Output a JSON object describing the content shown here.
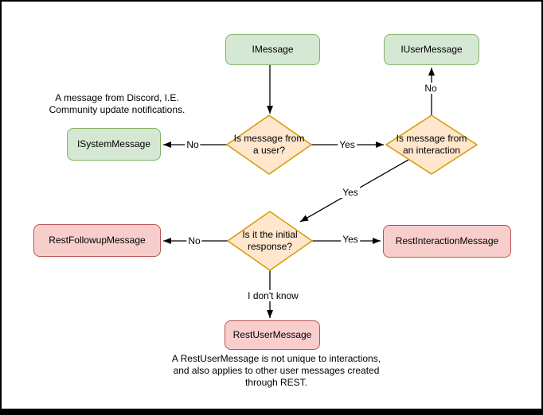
{
  "diagram": {
    "nodes": {
      "imessage": {
        "label": "IMessage"
      },
      "iusermessage": {
        "label": "IUserMessage"
      },
      "isystemmessage": {
        "label": "ISystemMessage"
      },
      "restfollowupmessage": {
        "label": "RestFollowupMessage"
      },
      "restinteractionmessage": {
        "label": "RestInteractionMessage"
      },
      "restusermessage": {
        "label": "RestUserMessage"
      },
      "decision_from_user": {
        "label": "Is message from\na user?"
      },
      "decision_interaction": {
        "label": "Is message from\nan interaction"
      },
      "decision_initial": {
        "label": "Is it the initial\nresponse?"
      }
    },
    "edge_labels": {
      "to_system": "No",
      "to_interaction": "Yes",
      "to_usermessage": "No",
      "to_initial": "Yes",
      "to_followup": "No",
      "to_interactionmsg": "Yes",
      "to_restuser": "I don't know"
    },
    "annotations": {
      "system_note": "A message from Discord, I.E.\nCommunity update notifications.",
      "restuser_note": "A RestUserMessage is not unique to interactions,\nand also applies to other user messages created\nthrough REST."
    },
    "colors": {
      "green_fill": "#d5e8d4",
      "green_stroke": "#82b366",
      "orange_fill": "#ffe6cc",
      "orange_stroke": "#d79b00",
      "red_fill": "#f8cecc",
      "red_stroke": "#b85450",
      "edge": "#000000"
    }
  }
}
